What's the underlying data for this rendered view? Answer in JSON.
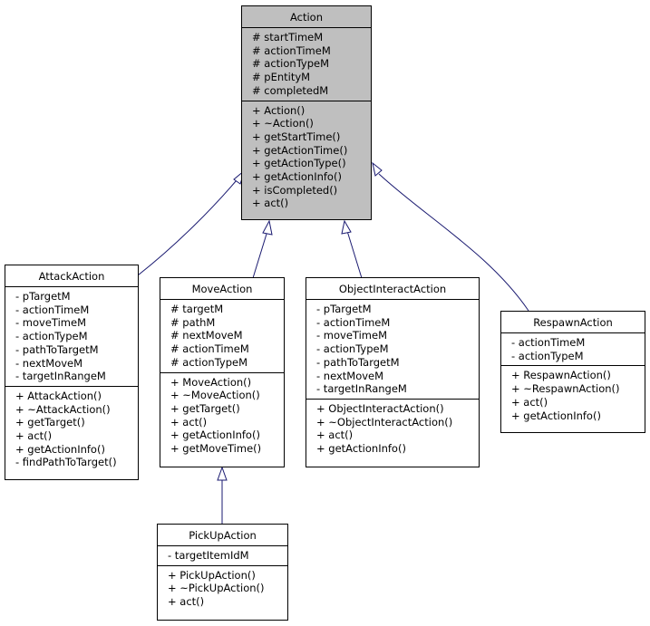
{
  "edge_color": "#191970",
  "base_fill": "#bfbfbf",
  "classes": {
    "action": {
      "name": "Action",
      "attributes": [
        "# startTimeM",
        "# actionTimeM",
        "# actionTypeM",
        "# pEntityM",
        "# completedM"
      ],
      "methods": [
        "+ Action()",
        "+ ~Action()",
        "+ getStartTime()",
        "+ getActionTime()",
        "+ getActionType()",
        "+ getActionInfo()",
        "+ isCompleted()",
        "+ act()"
      ]
    },
    "attack": {
      "name": "AttackAction",
      "attributes": [
        "- pTargetM",
        "- actionTimeM",
        "- moveTimeM",
        "- actionTypeM",
        "- pathToTargetM",
        "- nextMoveM",
        "- targetInRangeM"
      ],
      "methods": [
        "+ AttackAction()",
        "+ ~AttackAction()",
        "+ getTarget()",
        "+ act()",
        "+ getActionInfo()",
        "- findPathToTarget()"
      ]
    },
    "move": {
      "name": "MoveAction",
      "attributes": [
        "# targetM",
        "# pathM",
        "# nextMoveM",
        "# actionTimeM",
        "# actionTypeM"
      ],
      "methods": [
        "+ MoveAction()",
        "+ ~MoveAction()",
        "+ getTarget()",
        "+ act()",
        "+ getActionInfo()",
        "+ getMoveTime()"
      ]
    },
    "object": {
      "name": "ObjectInteractAction",
      "attributes": [
        "- pTargetM",
        "- actionTimeM",
        "- moveTimeM",
        "- actionTypeM",
        "- pathToTargetM",
        "- nextMoveM",
        "- targetInRangeM"
      ],
      "methods": [
        "+ ObjectInteractAction()",
        "+ ~ObjectInteractAction()",
        "+ act()",
        "+ getActionInfo()"
      ]
    },
    "respawn": {
      "name": "RespawnAction",
      "attributes": [
        "- actionTimeM",
        "- actionTypeM"
      ],
      "methods": [
        "+ RespawnAction()",
        "+ ~RespawnAction()",
        "+ act()",
        "+ getActionInfo()"
      ]
    },
    "pickup": {
      "name": "PickUpAction",
      "attributes": [
        "- targetItemIdM"
      ],
      "methods": [
        "+ PickUpAction()",
        "+ ~PickUpAction()",
        "+ act()"
      ]
    }
  }
}
